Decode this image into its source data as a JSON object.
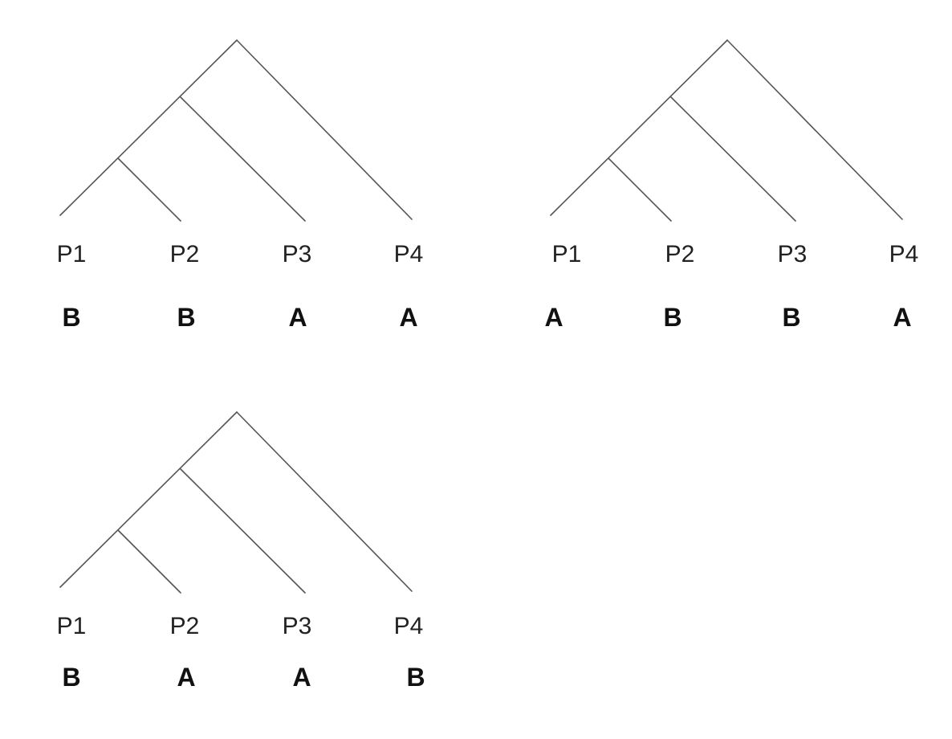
{
  "trees": [
    {
      "taxa": [
        "P1",
        "P2",
        "P3",
        "P4"
      ],
      "states": [
        "B",
        "B",
        "A",
        "A"
      ]
    },
    {
      "taxa": [
        "P1",
        "P2",
        "P3",
        "P4"
      ],
      "states": [
        "A",
        "B",
        "B",
        "A"
      ]
    },
    {
      "taxa": [
        "P1",
        "P2",
        "P3",
        "P4"
      ],
      "states": [
        "B",
        "A",
        "A",
        "B"
      ]
    }
  ]
}
